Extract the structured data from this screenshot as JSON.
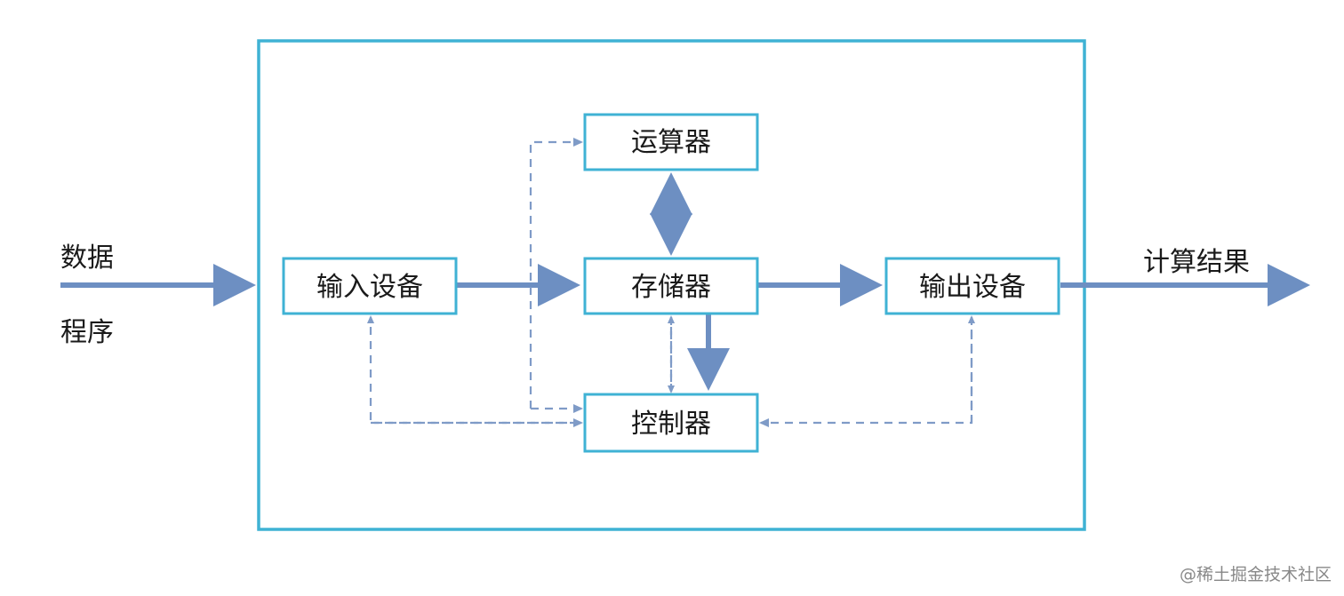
{
  "diagram": {
    "boxes": {
      "alu": "运算器",
      "memory": "存储器",
      "input": "输入设备",
      "output": "输出设备",
      "control": "控制器"
    },
    "left_labels": {
      "data": "数据",
      "program": "程序"
    },
    "right_label": "计算结果"
  },
  "watermark": "@稀土掘金技术社区",
  "colors": {
    "box_border": "#3fb2d4",
    "solid_arrow": "#6d8fc2",
    "dashed_arrow": "#7f9bc7"
  }
}
